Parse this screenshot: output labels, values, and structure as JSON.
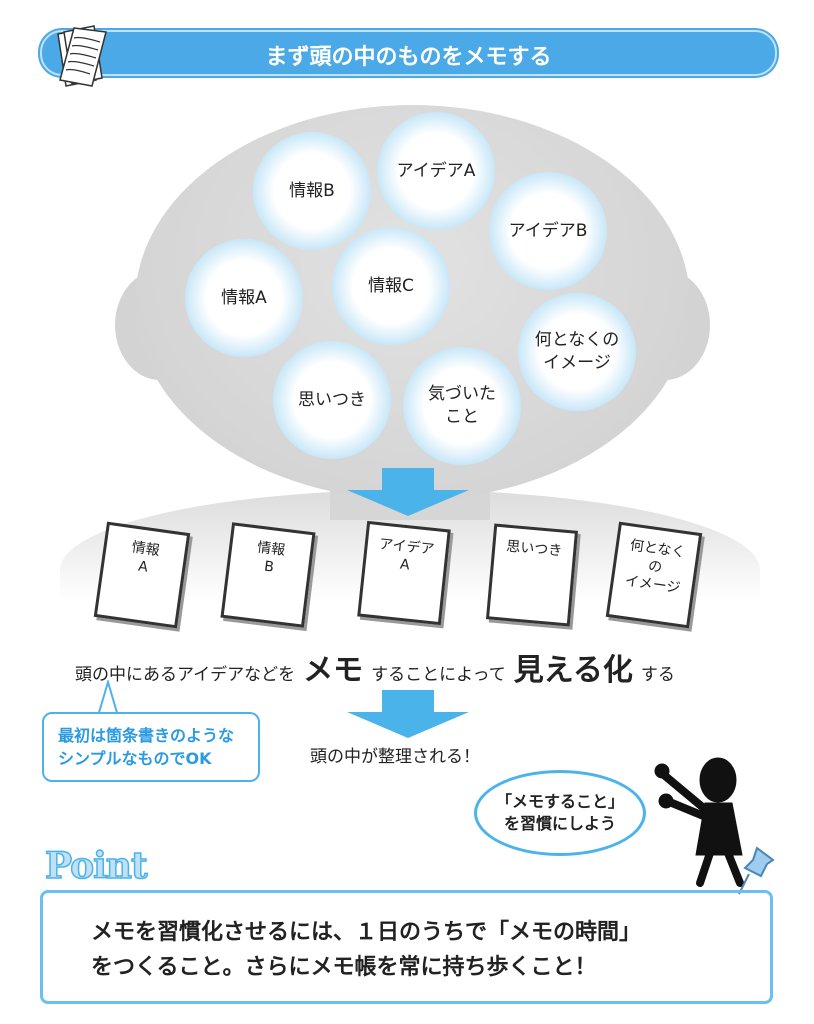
{
  "header": {
    "title": "まず頭の中のものをメモする",
    "icon": "papers-icon"
  },
  "head": {
    "bubbles": [
      "情報B",
      "アイデアA",
      "アイデアB",
      "情報A",
      "情報C",
      "何となくの\nイメージ",
      "思いつき",
      "気づいた\nこと"
    ]
  },
  "memos": [
    "情報\nA",
    "情報\nB",
    "アイデア\nA",
    "思いつき",
    "何となく\nの\nイメージ"
  ],
  "sentence": {
    "part1": "頭の中にあるアイデアなどを",
    "emphasis1": "メモ",
    "part2": "することによって",
    "emphasis2": "見える化",
    "part3": "する"
  },
  "callout": "最初は箇条書きのような\nシンプルなものでOK",
  "result": "頭の中が整理される！",
  "speech": "「メモすること」\nを習慣にしよう",
  "point": {
    "label": "Point",
    "text": "メモを習慣化させるには、１日のうちで「メモの時間」\nをつくること。さらにメモ帳を常に持ち歩くこと！"
  },
  "colors": {
    "accent": "#4ab3ea",
    "header": "#4aa9e6"
  }
}
